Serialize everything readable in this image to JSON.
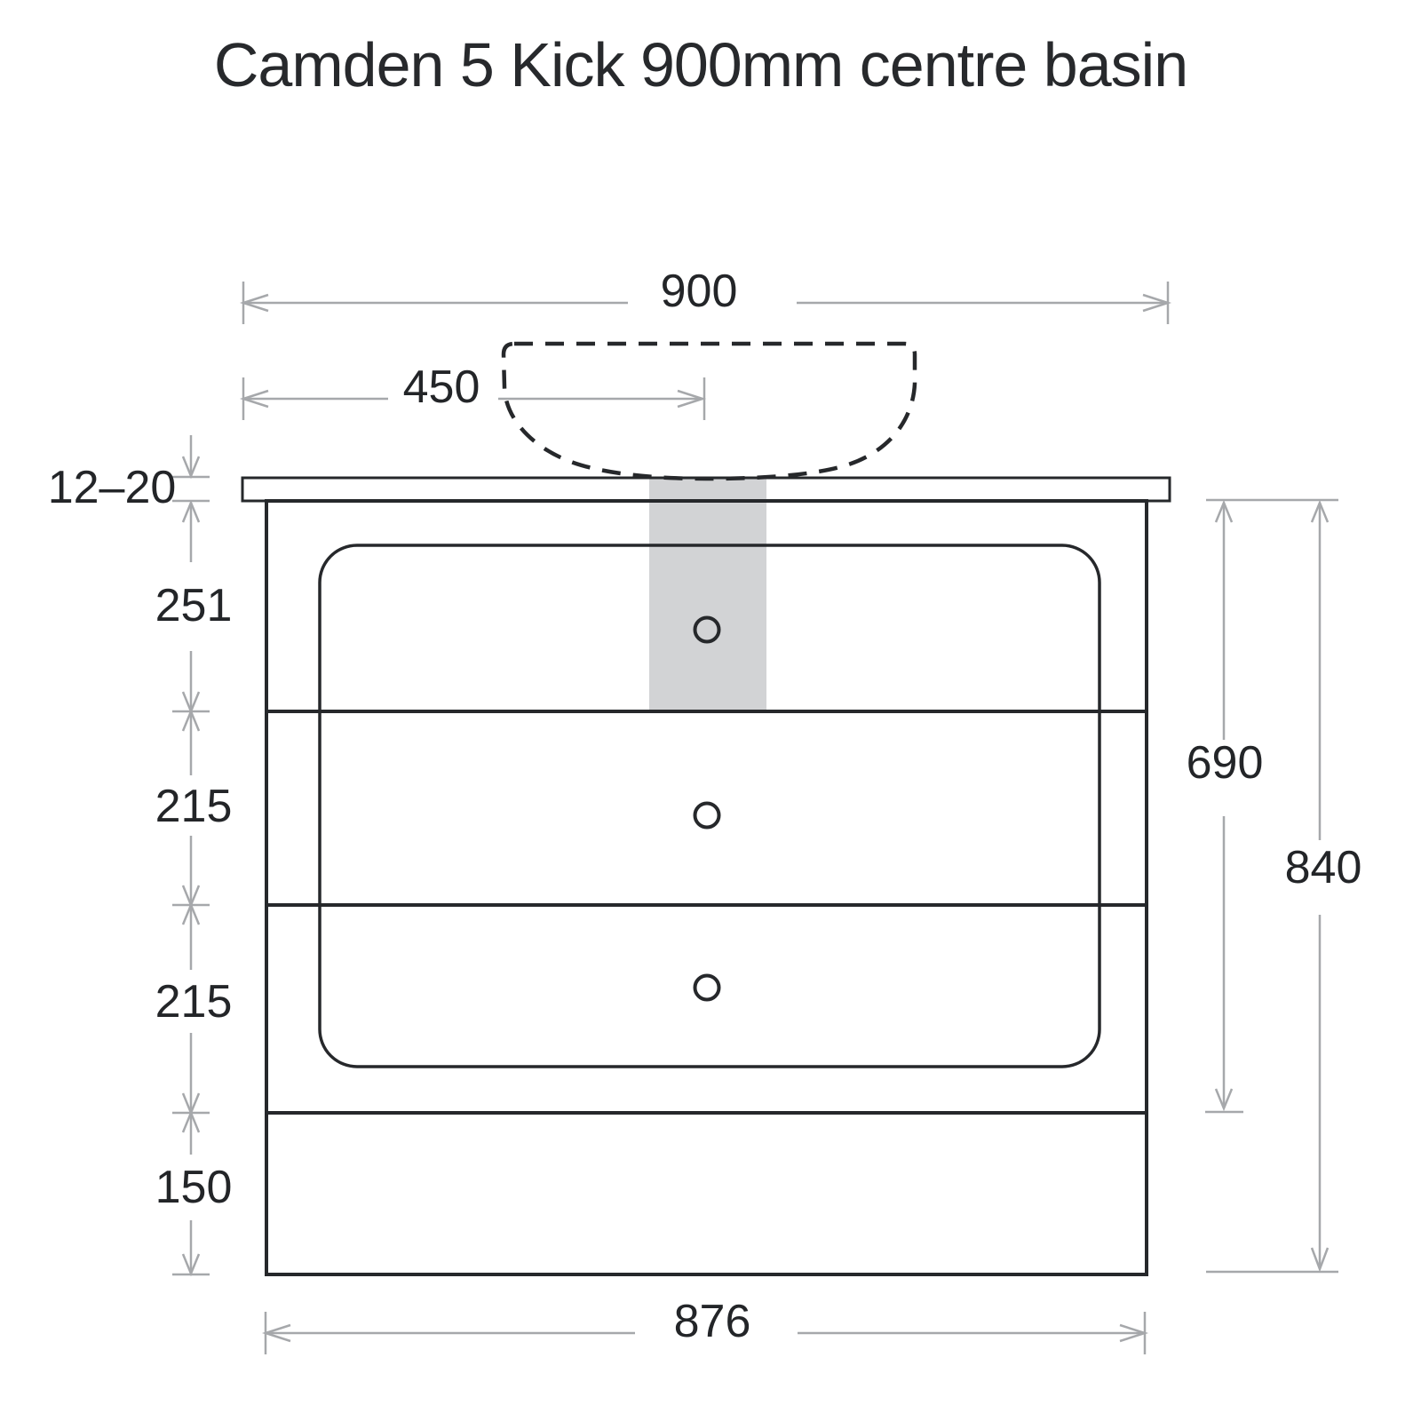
{
  "title": "Camden 5 Kick 900mm centre basin",
  "diagram": {
    "type": "front elevation technical drawing",
    "units": "mm",
    "labels": {
      "overall_width": "900",
      "basin_centre": "450",
      "benchtop_thickness": "12–20",
      "top_drawer": "251",
      "middle_drawer": "215",
      "bottom_drawer": "215",
      "kick": "150",
      "carcass_height": "690",
      "overall_height": "840",
      "cabinet_width": "876"
    },
    "colors": {
      "line": "#26282b",
      "dimension_line": "#a6a8ab",
      "highlight_fill": "#d2d3d5",
      "background": "#ffffff"
    }
  }
}
